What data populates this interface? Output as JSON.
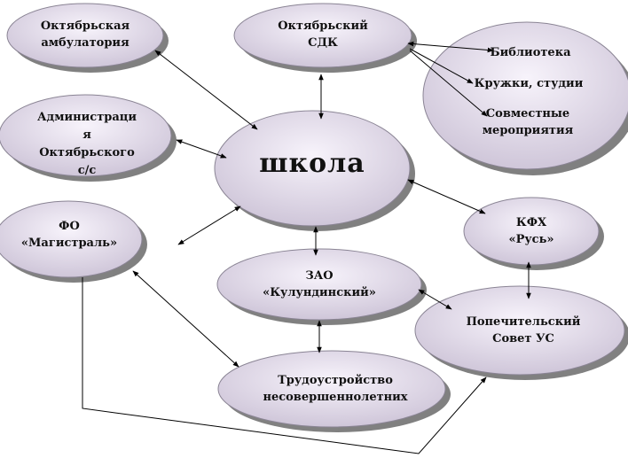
{
  "colors": {
    "node_fill_light": "#f7f3fb",
    "node_fill_dark": "#cfc6d9",
    "node_stroke": "#8a8494",
    "shadow": "#6b6b6b",
    "line": "#000000"
  },
  "nodes": {
    "school": {
      "line1": "школа"
    },
    "ambulatoria": {
      "line1": "Октябрьская",
      "line2": "амбулатория"
    },
    "sdk": {
      "line1": "Октябрьский",
      "line2": "СДК"
    },
    "sdk_group": {
      "library": "Библиотека",
      "clubs": "Кружки, студии",
      "joint_line1": "Совместные",
      "joint_line2": "мероприятия"
    },
    "administration": {
      "line1": "Администраци",
      "line2": "я",
      "line3": "Октябрьского",
      "line4": "с/с"
    },
    "fo": {
      "line1": "ФО",
      "line2": "«Магистраль»"
    },
    "kfh": {
      "line1": "КФХ",
      "line2": "«Русь»"
    },
    "zao": {
      "line1": "ЗАО",
      "line2": "«Кулундинский»"
    },
    "council": {
      "line1": "Попечительский",
      "line2": "Совет УС"
    },
    "employment": {
      "line1": "Трудоустройство",
      "line2": "несовершеннолетних"
    }
  }
}
